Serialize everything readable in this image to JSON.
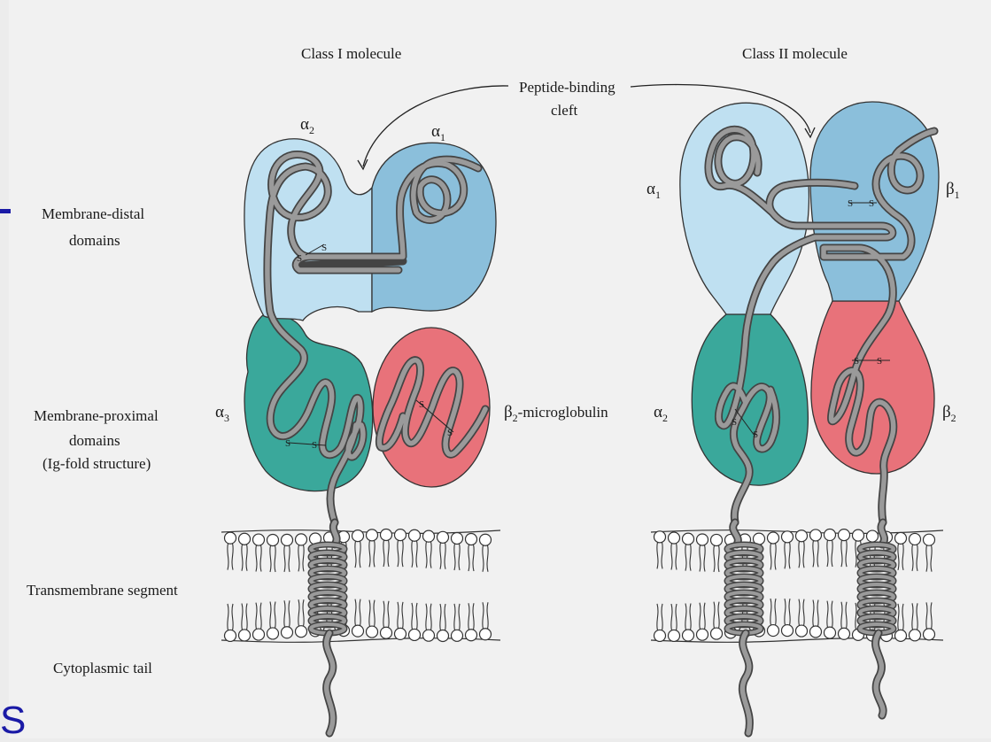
{
  "labels": {
    "class_one": "Class I molecule",
    "class_two": "Class II molecule",
    "cleft_line1": "Peptide-binding",
    "cleft_line2": "cleft",
    "distal_line1": "Membrane-distal",
    "distal_line2": "domains",
    "proximal_line1": "Membrane-proximal",
    "proximal_line2": "domains",
    "proximal_line3": "(Ig-fold structure)",
    "transmembrane": "Transmembrane segment",
    "cytoplasmic": "Cytoplasmic tail",
    "microglobulin_suffix": "-microglobulin",
    "disulfide": "S",
    "slide_fragment": "S"
  },
  "domains": {
    "c1_alpha1": {
      "letter": "α",
      "sub": "1"
    },
    "c1_alpha2": {
      "letter": "α",
      "sub": "2"
    },
    "c1_alpha3": {
      "letter": "α",
      "sub": "3"
    },
    "c1_beta2": {
      "letter": "β",
      "sub": "2"
    },
    "c2_alpha1": {
      "letter": "α",
      "sub": "1"
    },
    "c2_alpha2": {
      "letter": "α",
      "sub": "2"
    },
    "c2_beta1": {
      "letter": "β",
      "sub": "1"
    },
    "c2_beta2": {
      "letter": "β",
      "sub": "2"
    }
  },
  "colors": {
    "light_blue": "#bfe0f1",
    "mid_blue": "#8bbfdb",
    "teal": "#3aa89b",
    "red": "#e8727a",
    "chain": "#8a8a8a",
    "chain_outline": "#444444",
    "background": "#f1f1f1",
    "slide_accent": "#1a1aa6"
  }
}
